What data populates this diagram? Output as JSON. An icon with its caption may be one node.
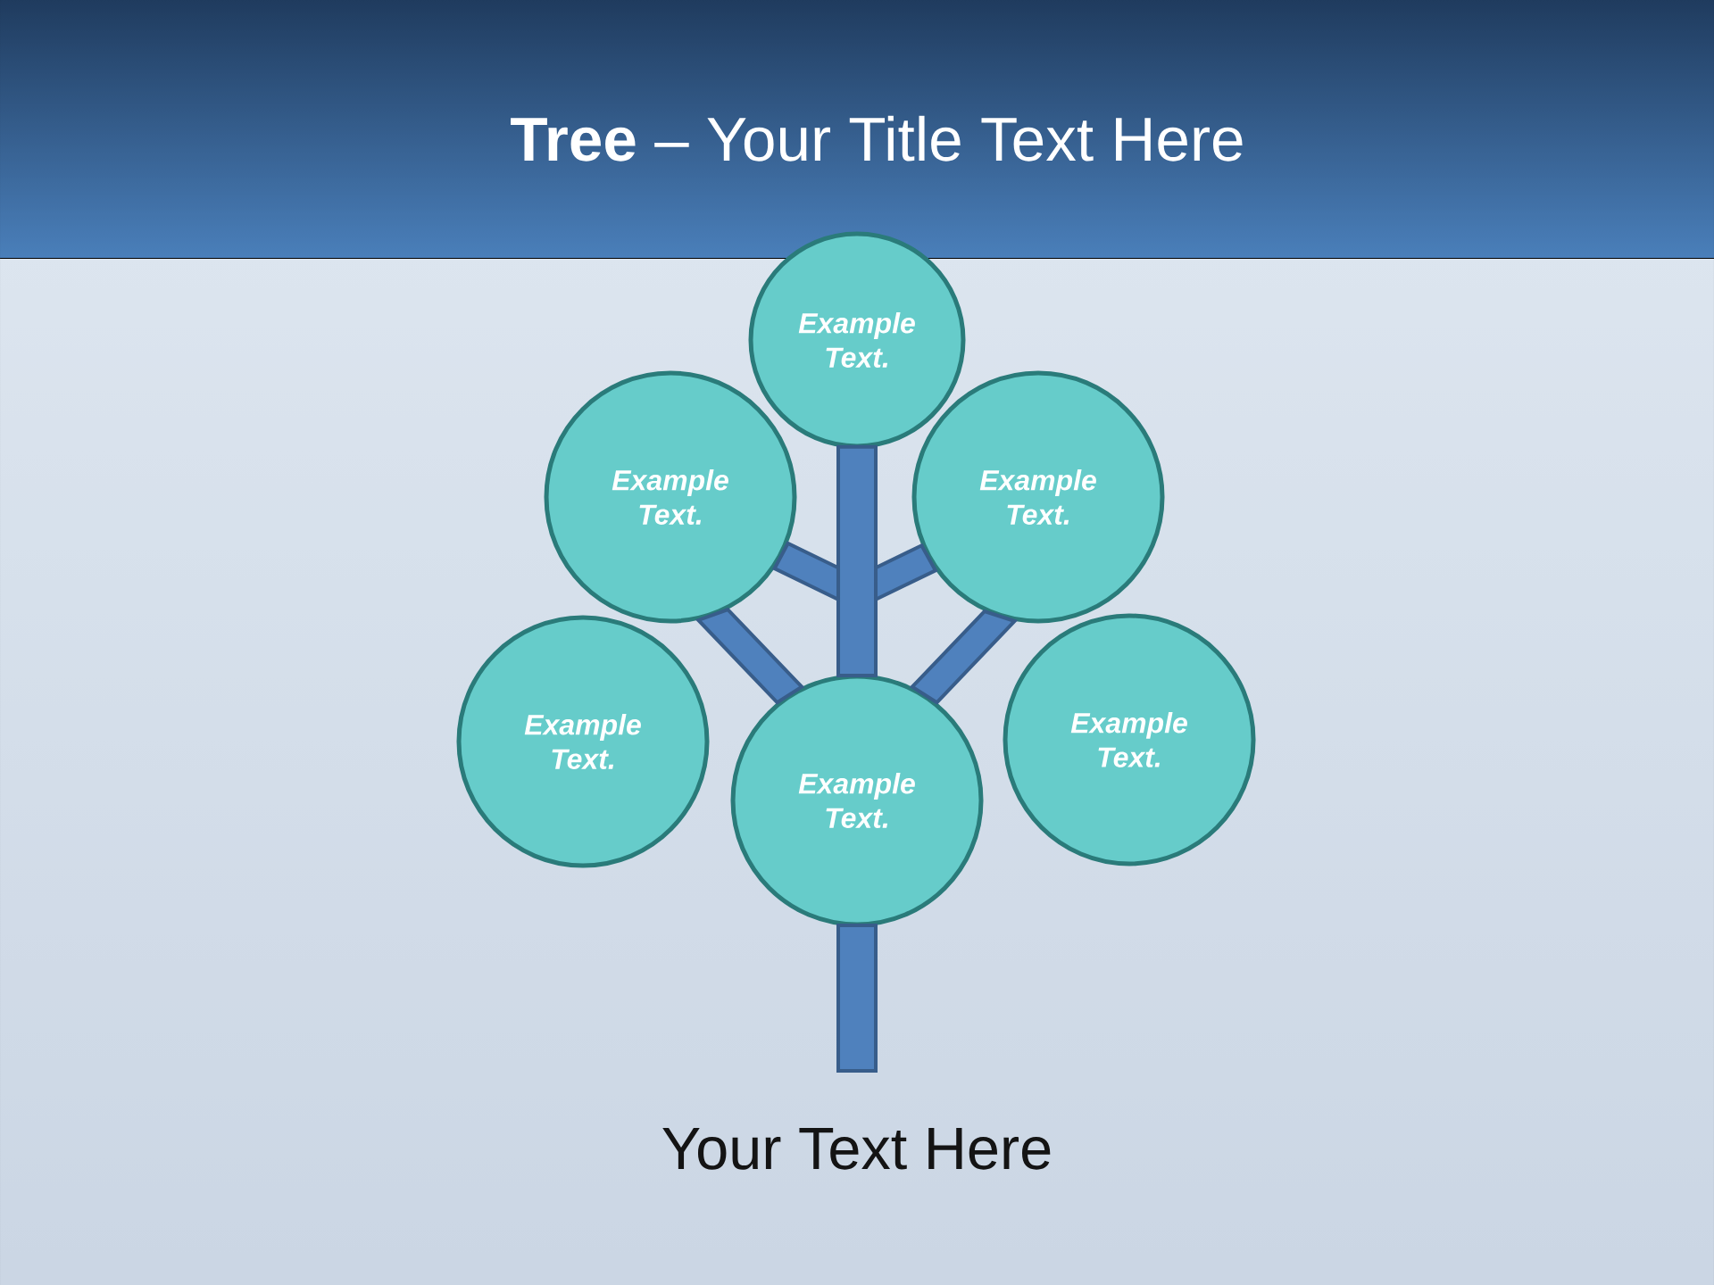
{
  "diagram": {
    "title": "**Tree** – Your Title Text Here",
    "nodes": [
      {
        "text": [
          "Example Text."
        ]
      },
      {
        "text": [
          "Example Text."
        ]
      },
      {
        "text": [
          "Example Text."
        ]
      },
      {
        "text": [
          "Example Text."
        ]
      },
      {
        "text": [
          "Example Text."
        ]
      },
      {
        "text": [
          "Example Text."
        ]
      }
    ],
    "edges": [
      {
        "from": 4,
        "to": 0,
        "arrow": "none"
      },
      {
        "from": 4,
        "to": 1,
        "arrow": "none"
      },
      {
        "from": 4,
        "to": 2,
        "arrow": "none"
      },
      {
        "from": 4,
        "to": 1,
        "arrow": "none"
      },
      {
        "from": 4,
        "to": 2,
        "arrow": "none"
      },
      {
        "from": 4,
        "to": null,
        "arrow": "none"
      }
    ],
    "caption": "Your Text Here"
  }
}
